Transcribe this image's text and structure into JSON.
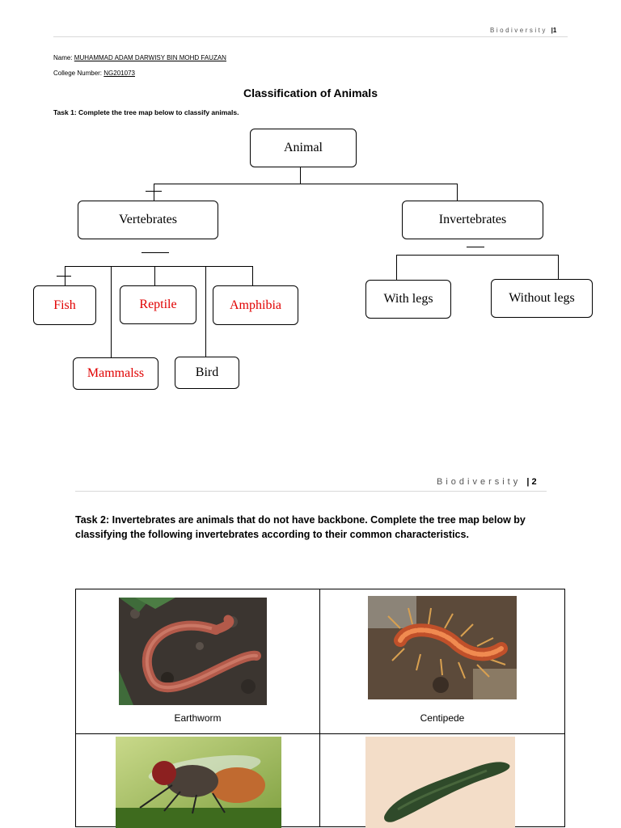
{
  "page1": {
    "header": {
      "word": "Biodiversity",
      "sep": "|",
      "page": "1"
    },
    "name_label": "Name:",
    "name_value": "MUHAMMAD ADAM DARWISY BIN MOHD FAUZAN",
    "college_label": "College Number:",
    "college_value": "NG201073",
    "title": "Classification of Animals",
    "task_label": "Task 1",
    "task_text": ": Complete the tree map below to classify animals.",
    "tree": {
      "root": "Animal",
      "vertebrates": "Vertebrates",
      "invertebrates": "Invertebrates",
      "fish": "Fish",
      "reptile": "Reptile",
      "amphibia": "Amphibia",
      "mammals": "Mammalss",
      "bird": "Bird",
      "with_legs": "With legs",
      "without_legs": "Without legs"
    }
  },
  "page2": {
    "header": {
      "word": "Biodiversity",
      "sep": "|",
      "page": "2"
    },
    "task_label": "Task 2",
    "task_text": ": Invertebrates are animals that do not have backbone. Complete the tree map below by classifying the following invertebrates according to their common characteristics.",
    "cells": [
      {
        "caption": "Earthworm",
        "icon": "earthworm-photo"
      },
      {
        "caption": "Centipede",
        "icon": "centipede-photo"
      },
      {
        "caption": "",
        "icon": "housefly-photo"
      },
      {
        "caption": "",
        "icon": "leech-photo"
      }
    ]
  },
  "colors": {
    "highlight_red": "#e00000"
  }
}
